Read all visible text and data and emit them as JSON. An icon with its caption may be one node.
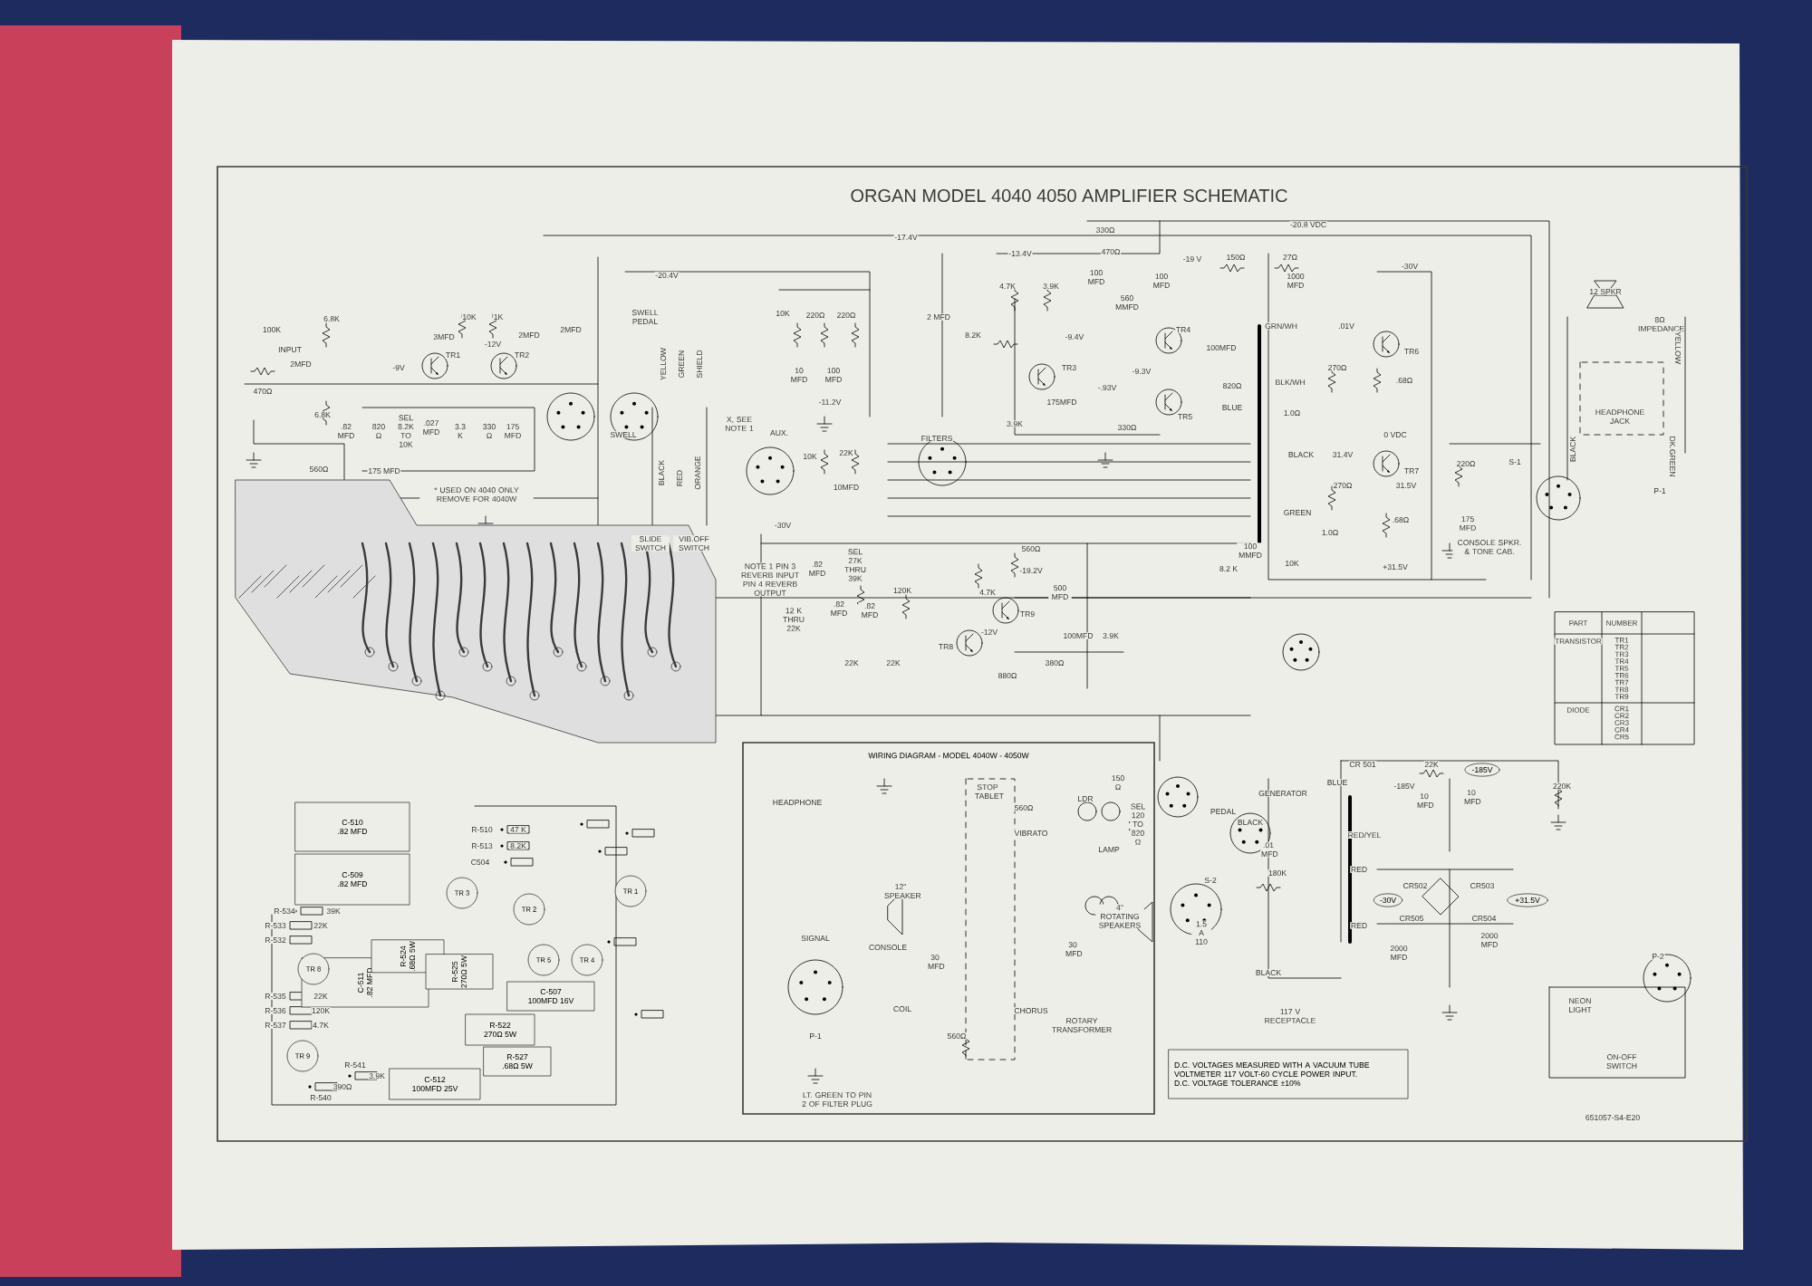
{
  "diagram": {
    "title": "ORGAN MODEL 4040 4050 AMPLIFIER SCHEMATIC",
    "nodes": [
      {
        "text": [
          "WIRING DIAGRAM - MODEL 4040W - 4050W"
        ]
      },
      {
        "text": [
          "D.C. VOLTAGES MEASURED WITH A VACUUM TUBE VOLTMETER 117 VOLT-60 CYCLE POWER INPUT.",
          "D.C. VOLTAGE TOLERANCE ±10%"
        ]
      },
      {
        "text": [
          "-185V"
        ]
      },
      {
        "text": [
          "-30V"
        ]
      },
      {
        "text": [
          "+31.5V"
        ]
      },
      {
        "text": [
          "C-510",
          ".82 MFD"
        ]
      },
      {
        "text": [
          "C-509",
          ".82 MFD"
        ]
      },
      {
        "text": [
          "C-511",
          ".82 MFD"
        ]
      },
      {
        "text": [
          "R-524",
          ".68Ω 5W"
        ]
      },
      {
        "text": [
          "R-525",
          "270Ω 5W"
        ]
      },
      {
        "text": [
          "C-507",
          "100MFD 16V"
        ]
      },
      {
        "text": [
          "R-522",
          "270Ω 5W"
        ]
      },
      {
        "text": [
          "R-527",
          ".68Ω 5W"
        ]
      },
      {
        "text": [
          "C-512",
          "100MFD 25V"
        ]
      },
      {
        "text": [
          "TR 3"
        ]
      },
      {
        "text": [
          "TR 2"
        ]
      },
      {
        "text": [
          "TR 1"
        ]
      },
      {
        "text": [
          "TR 5"
        ]
      },
      {
        "text": [
          "TR 4"
        ]
      },
      {
        "text": [
          "TR 8"
        ]
      },
      {
        "text": [
          "TR 9"
        ]
      }
    ],
    "labels": [
      "INPUT",
      "100K",
      "470Ω",
      "2MFD",
      "6.8K",
      "-9V",
      "TR1",
      "3MFD",
      "10K",
      "1K",
      "-12V",
      "TR2",
      "2MFD",
      "2MFD",
      "6.8K",
      ".82 MFD",
      "820 Ω",
      "SEL 8.2K TO 10K",
      ".027 MFD",
      "3.3 K",
      "330 Ω",
      "175 MFD",
      "560Ω",
      "175 MFD",
      "* USED ON 4040 ONLY REMOVE FOR 4040W",
      "-20.4V",
      "-17.4V",
      "SWELL PEDAL",
      "YELLOW",
      "GREEN",
      "SHIELD",
      "SWELL",
      "BLACK",
      "RED",
      "ORANGE",
      "SLIDE SWITCH",
      "VIB.OFF SWITCH",
      "10K",
      "220Ω",
      "220Ω",
      "10 MFD",
      "100 MFD",
      "-11.2V",
      "2 MFD",
      "8.2K",
      "X, SEE NOTE 1",
      "AUX.",
      "10K",
      "22K",
      "10MFD",
      "FILTERS",
      "-30V",
      "NOTE 1 PIN 3 REVERB INPUT PIN 4 REVERB OUTPUT",
      "SEL 27K THRU 39K",
      ".82 MFD",
      ".82 MFD",
      ".82 MFD",
      "120K",
      "4.7K",
      "560Ω",
      "-19.2V",
      "500 MFD",
      "TR9",
      "12 K THRU 22K",
      "22K",
      "22K",
      "TR8",
      "-12V",
      "100MFD",
      "3.9K",
      "380Ω",
      "880Ω",
      "330Ω",
      "470Ω",
      "-20.8 VDC",
      "-13.4V",
      "100 MFD",
      "4.7K",
      "3.9K",
      "560 MMFD",
      "-9.4V",
      "-19 V",
      "150Ω",
      "27Ω",
      "1000 MFD",
      "-30V",
      "100 MFD",
      "TR4",
      "100MFD",
      "-9.3V",
      "820Ω",
      "TR3",
      "175MFD",
      "-.93V",
      "3.9K",
      "330Ω",
      "TR5",
      "BLUE",
      "GRN/WH",
      ".01V",
      "TR6",
      "270Ω",
      "BLK/WH",
      ".68Ω",
      "1.0Ω",
      "0 VDC",
      "BLACK",
      "31.4V",
      "TR7",
      "270Ω",
      "31.5V",
      "GREEN",
      "1.0Ω",
      ".68Ω",
      "+31.5V",
      "220Ω",
      "175 MFD",
      "S-1",
      "100 MMFD",
      "8.2 K",
      "10K",
      "CONSOLE SPKR. & TONE CAB.",
      "12 SPKR",
      "8Ω IMPEDANCE",
      "YELLOW",
      "HEADPHONE JACK",
      "BLACK",
      "DK.GREEN",
      "P-1",
      "PART",
      "NUMBER",
      "TRANSISTOR",
      "TR1 TR2 TR3 TR4 TR5 TR6 TR7 TR8 TR9",
      "DIODE",
      "CR1 CR2 CR3 CR4 CR5",
      "HEADPHONE",
      "STOP TABLET",
      "560Ω",
      "LDR",
      "150 Ω",
      "SEL 120 TO 820 Ω",
      "LAMP",
      "VIBRATO",
      "12\" SPEAKER",
      "SIGNAL",
      "CONSOLE",
      "30 MFD",
      "4\" ROTATING SPEAKERS",
      "30 MFD",
      "COIL",
      "CHORUS",
      "P-1",
      "560Ω",
      "ROTARY TRANSFORMER",
      "LT. GREEN TO PIN 2 OF FILTER PLUG",
      "PEDAL",
      "GENERATOR",
      "CR 501",
      "BLUE",
      "22K",
      "-185V",
      "10 MFD",
      "10 MFD",
      "220K",
      "BLACK",
      "RED/YEL",
      ".01 MFD",
      "180K",
      "S-2",
      "RED",
      "CR502",
      "CR503",
      "CR505",
      "CR504",
      "RED",
      "1.5 A 110",
      "2000 MFD",
      "2000 MFD",
      "BLACK",
      "117 V RECEPTACLE",
      "NEON LIGHT",
      "P-2",
      "ON-OFF SWITCH",
      "651057-S4-E20",
      "R-534",
      "39K",
      "R-533",
      "22K",
      "R-532",
      "R-535",
      "22K",
      "R-536",
      "120K",
      "R-537",
      "4.7K",
      "R-541",
      "3.9K",
      "390Ω",
      "R-540",
      "R-510",
      "47 K",
      "R-513",
      "8.2K",
      "C504"
    ]
  }
}
